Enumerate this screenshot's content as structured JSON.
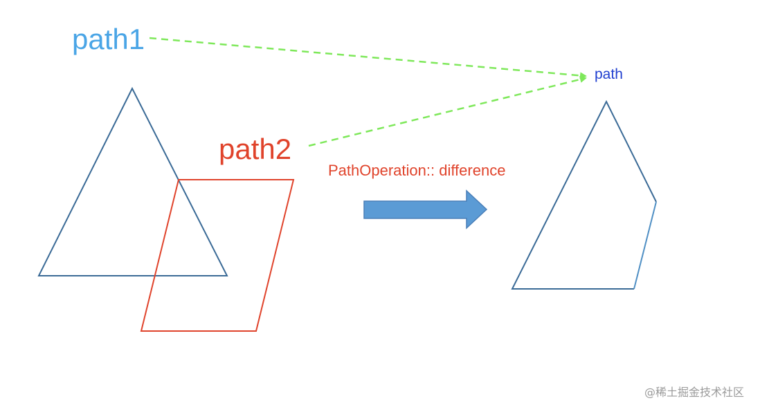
{
  "labels": {
    "path1": "path1",
    "path2": "path2",
    "result": "path",
    "operation": "PathOperation:: difference"
  },
  "watermark": "@稀土掘金技术社区",
  "colors": {
    "path1_label": "#4aa5e6",
    "path2_label": "#e0432b",
    "result_label": "#2140d0",
    "operation_label": "#e0432b",
    "triangle_stroke": "#3a6a96",
    "parallelogram_stroke": "#e0432b",
    "result_stroke": "#3a6a96",
    "result_stroke_right": "#4f8fc4",
    "dashed_arrow": "#7ee85a",
    "block_arrow_fill": "#5b9bd5",
    "block_arrow_stroke": "#4a7fb8",
    "watermark": "#9a9a9a"
  }
}
